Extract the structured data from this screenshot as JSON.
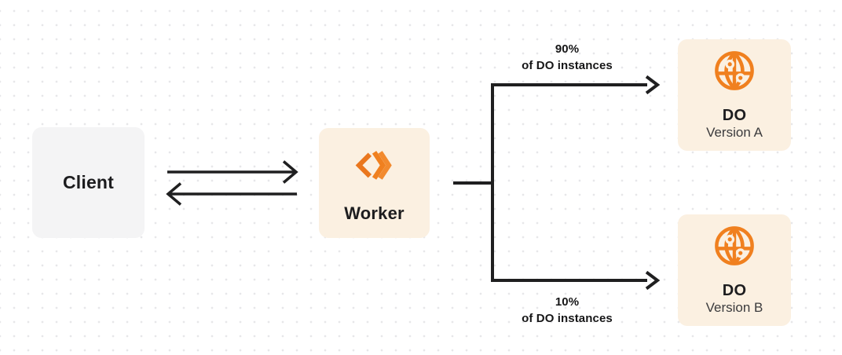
{
  "diagram": {
    "description": "Traffic-splitting diagram: Client communicates with a Worker, which routes 90% of DO instances to DO Version A and 10% to DO Version B",
    "colors": {
      "background": "#FFFFFF",
      "dot_grid": "#E7E7E9",
      "accent_orange": "#F0801F",
      "node_cream": "#FBF0E1",
      "client_gray": "#F4F4F5",
      "line_dark": "#1F1F20",
      "text_primary": "#1D1D1F",
      "text_secondary": "#3B3B3D"
    },
    "nodes": {
      "client": {
        "label": "Client"
      },
      "worker": {
        "label": "Worker",
        "icon": "workers-chevrons-icon"
      },
      "do_a": {
        "title": "DO",
        "subtitle": "Version A",
        "icon": "globe-icon"
      },
      "do_b": {
        "title": "DO",
        "subtitle": "Version B",
        "icon": "globe-icon"
      }
    },
    "branches": {
      "top": {
        "percent": "90%",
        "caption": "of DO instances"
      },
      "bottom": {
        "percent": "10%",
        "caption": "of DO instances"
      }
    },
    "connections": {
      "client_worker": "bidirectional arrows",
      "worker_split": "worker output splits at junction into top and bottom arrows"
    }
  }
}
